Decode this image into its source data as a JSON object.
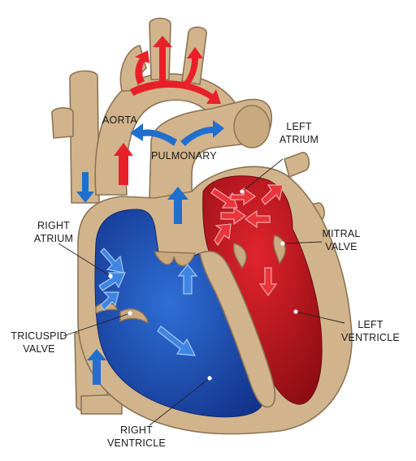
{
  "labels": {
    "aorta": "AORTA",
    "pulmonary": "PULMONARY",
    "left_atrium": [
      "LEFT",
      "ATRIUM"
    ],
    "right_atrium": [
      "RIGHT",
      "ATRIUM"
    ],
    "mitral_valve": [
      "MITRAL",
      "VALVE"
    ],
    "tricuspid_valve": [
      "TRICUSPID",
      "VALVE"
    ],
    "left_ventricle": [
      "LEFT",
      "VENTRICLE"
    ],
    "right_ventricle": [
      "RIGHT",
      "VENTRICLE"
    ]
  },
  "colors": {
    "tissue": "#d2b48c",
    "tissue_outline": "#8b7355",
    "oxygenated_blood": "#c8141e",
    "deoxygenated_blood": "#1d4fb0",
    "flow_arrow_red": "#e8202a",
    "flow_arrow_blue": "#1f6fcf"
  }
}
